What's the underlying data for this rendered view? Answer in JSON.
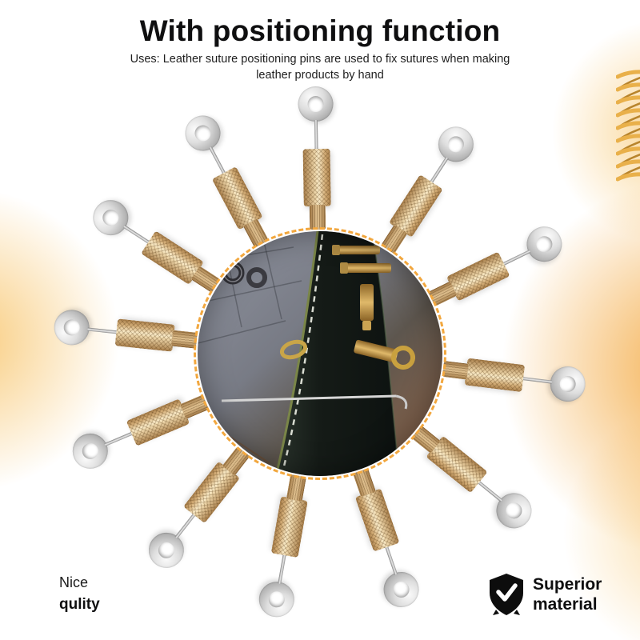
{
  "header": {
    "title": "With positioning function",
    "subtitle_line1": "Uses: Leather suture positioning pins are used to fix sutures when making",
    "subtitle_line2": "leather products by hand"
  },
  "captions": {
    "quality_line1": "Nice",
    "quality_line2": "qulity",
    "material_line1": "Superior",
    "material_line2": "material"
  },
  "icons": {
    "shield": "shield-check-icon",
    "spring": "spring-coil-icon",
    "washer": "pin-washer-icon"
  },
  "colors": {
    "accent_orange": "#f2a73e",
    "glow_amber": "#f6ba50",
    "brass_light": "#eed7ab",
    "brass_mid": "#d4ae78",
    "brass_dark": "#a97f4b",
    "steel_light": "#ececec",
    "steel_dark": "#8d8d8d",
    "title_text": "#0f0f10",
    "body_text": "#1e1e1e"
  },
  "pin_ring": {
    "count": 12,
    "angles_deg": [
      -1,
      33,
      64,
      97,
      129,
      161,
      190,
      218,
      247,
      276,
      303,
      332
    ]
  }
}
